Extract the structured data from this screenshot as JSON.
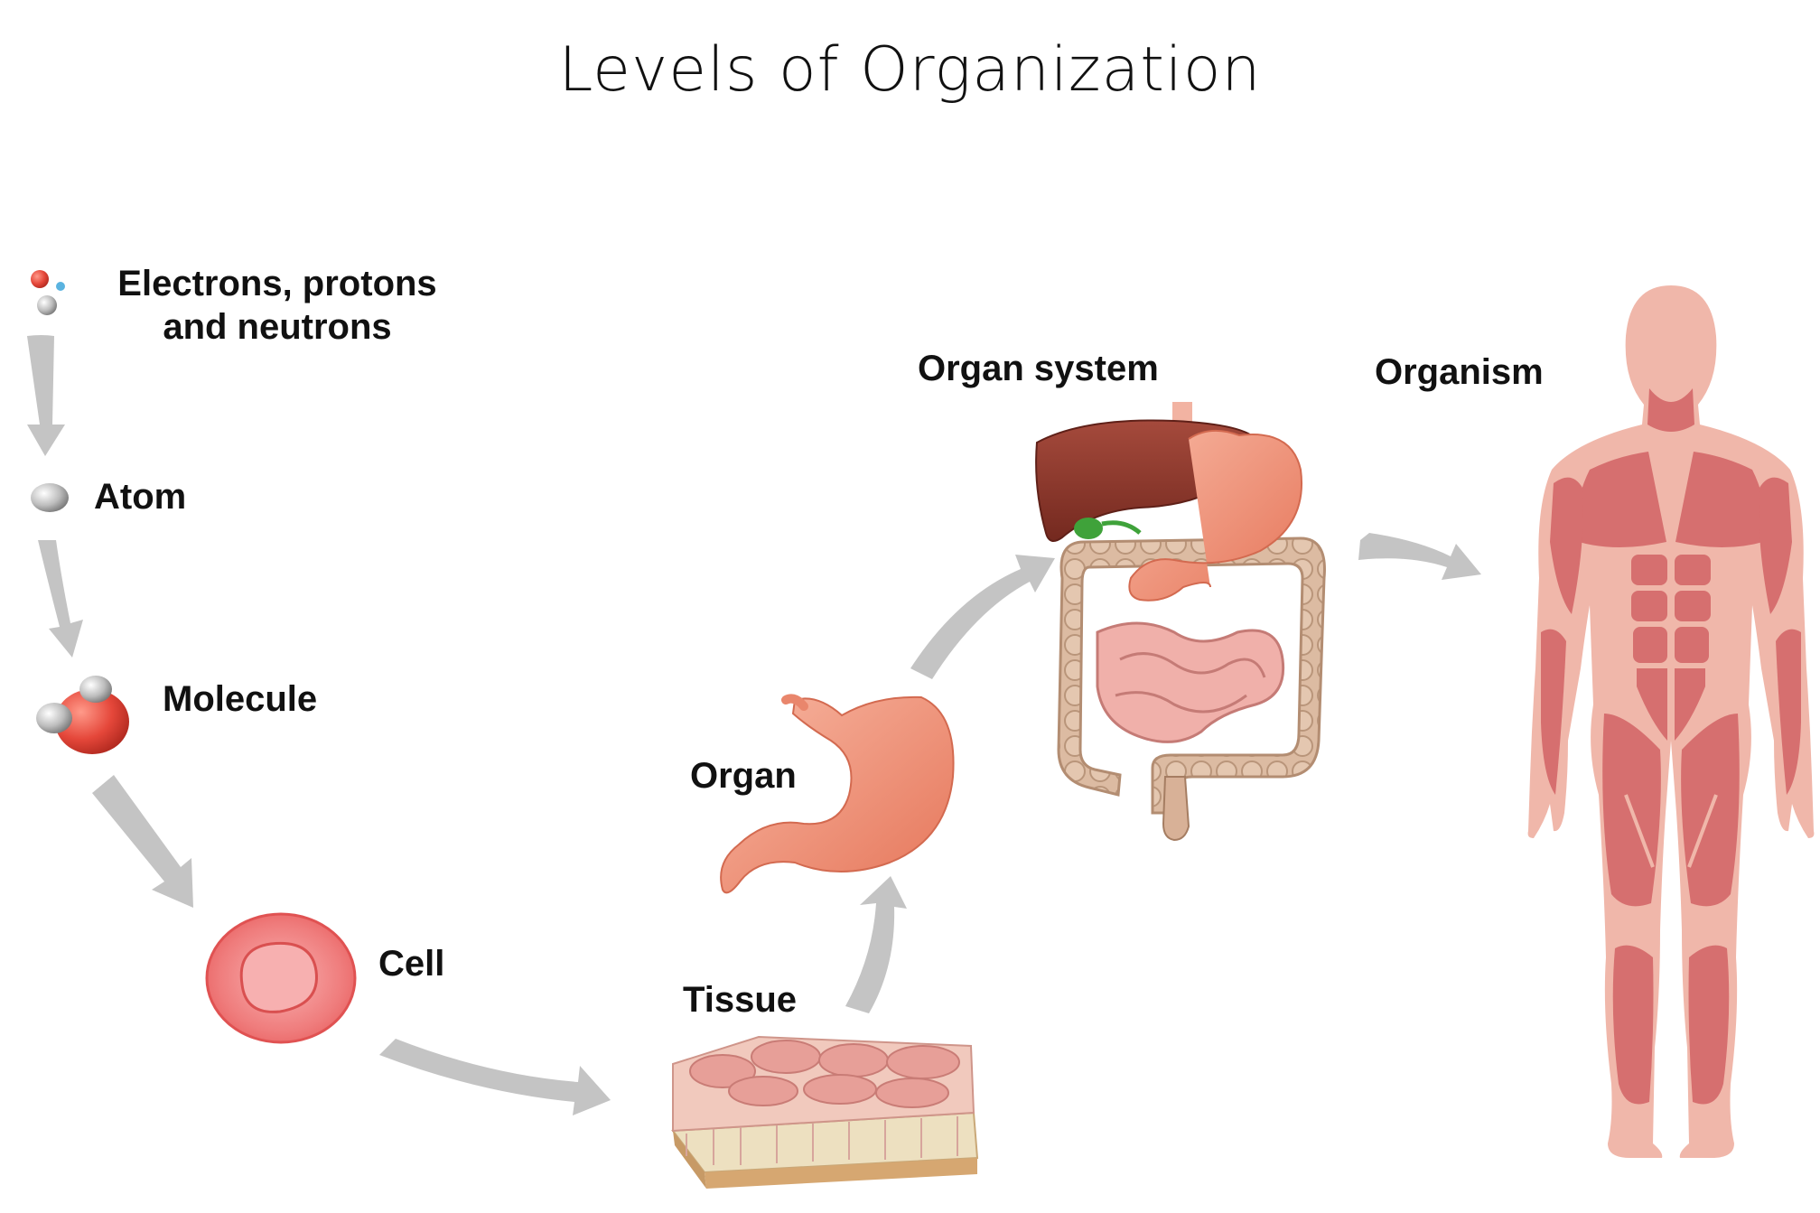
{
  "title": "Levels of Organization",
  "labels": {
    "particles_line1": "Electrons, protons",
    "particles_line2": "and neutrons",
    "atom": "Atom",
    "molecule": "Molecule",
    "cell": "Cell",
    "tissue": "Tissue",
    "organ": "Organ",
    "organ_system": "Organ system",
    "organism": "Organism"
  },
  "colors": {
    "arrow": "#c4c4c4",
    "cell": "#ee6b6b",
    "muscle": "#d66f6f",
    "skin": "#f0b7aa",
    "stomach": "#f08a6d",
    "liver": "#8e3b2f",
    "intestine": "#d9b69b"
  },
  "icons": [
    "particle-cluster-icon",
    "atom-icon",
    "molecule-icon",
    "cell-icon",
    "tissue-icon",
    "stomach-icon",
    "digestive-system-icon",
    "human-body-icon"
  ]
}
